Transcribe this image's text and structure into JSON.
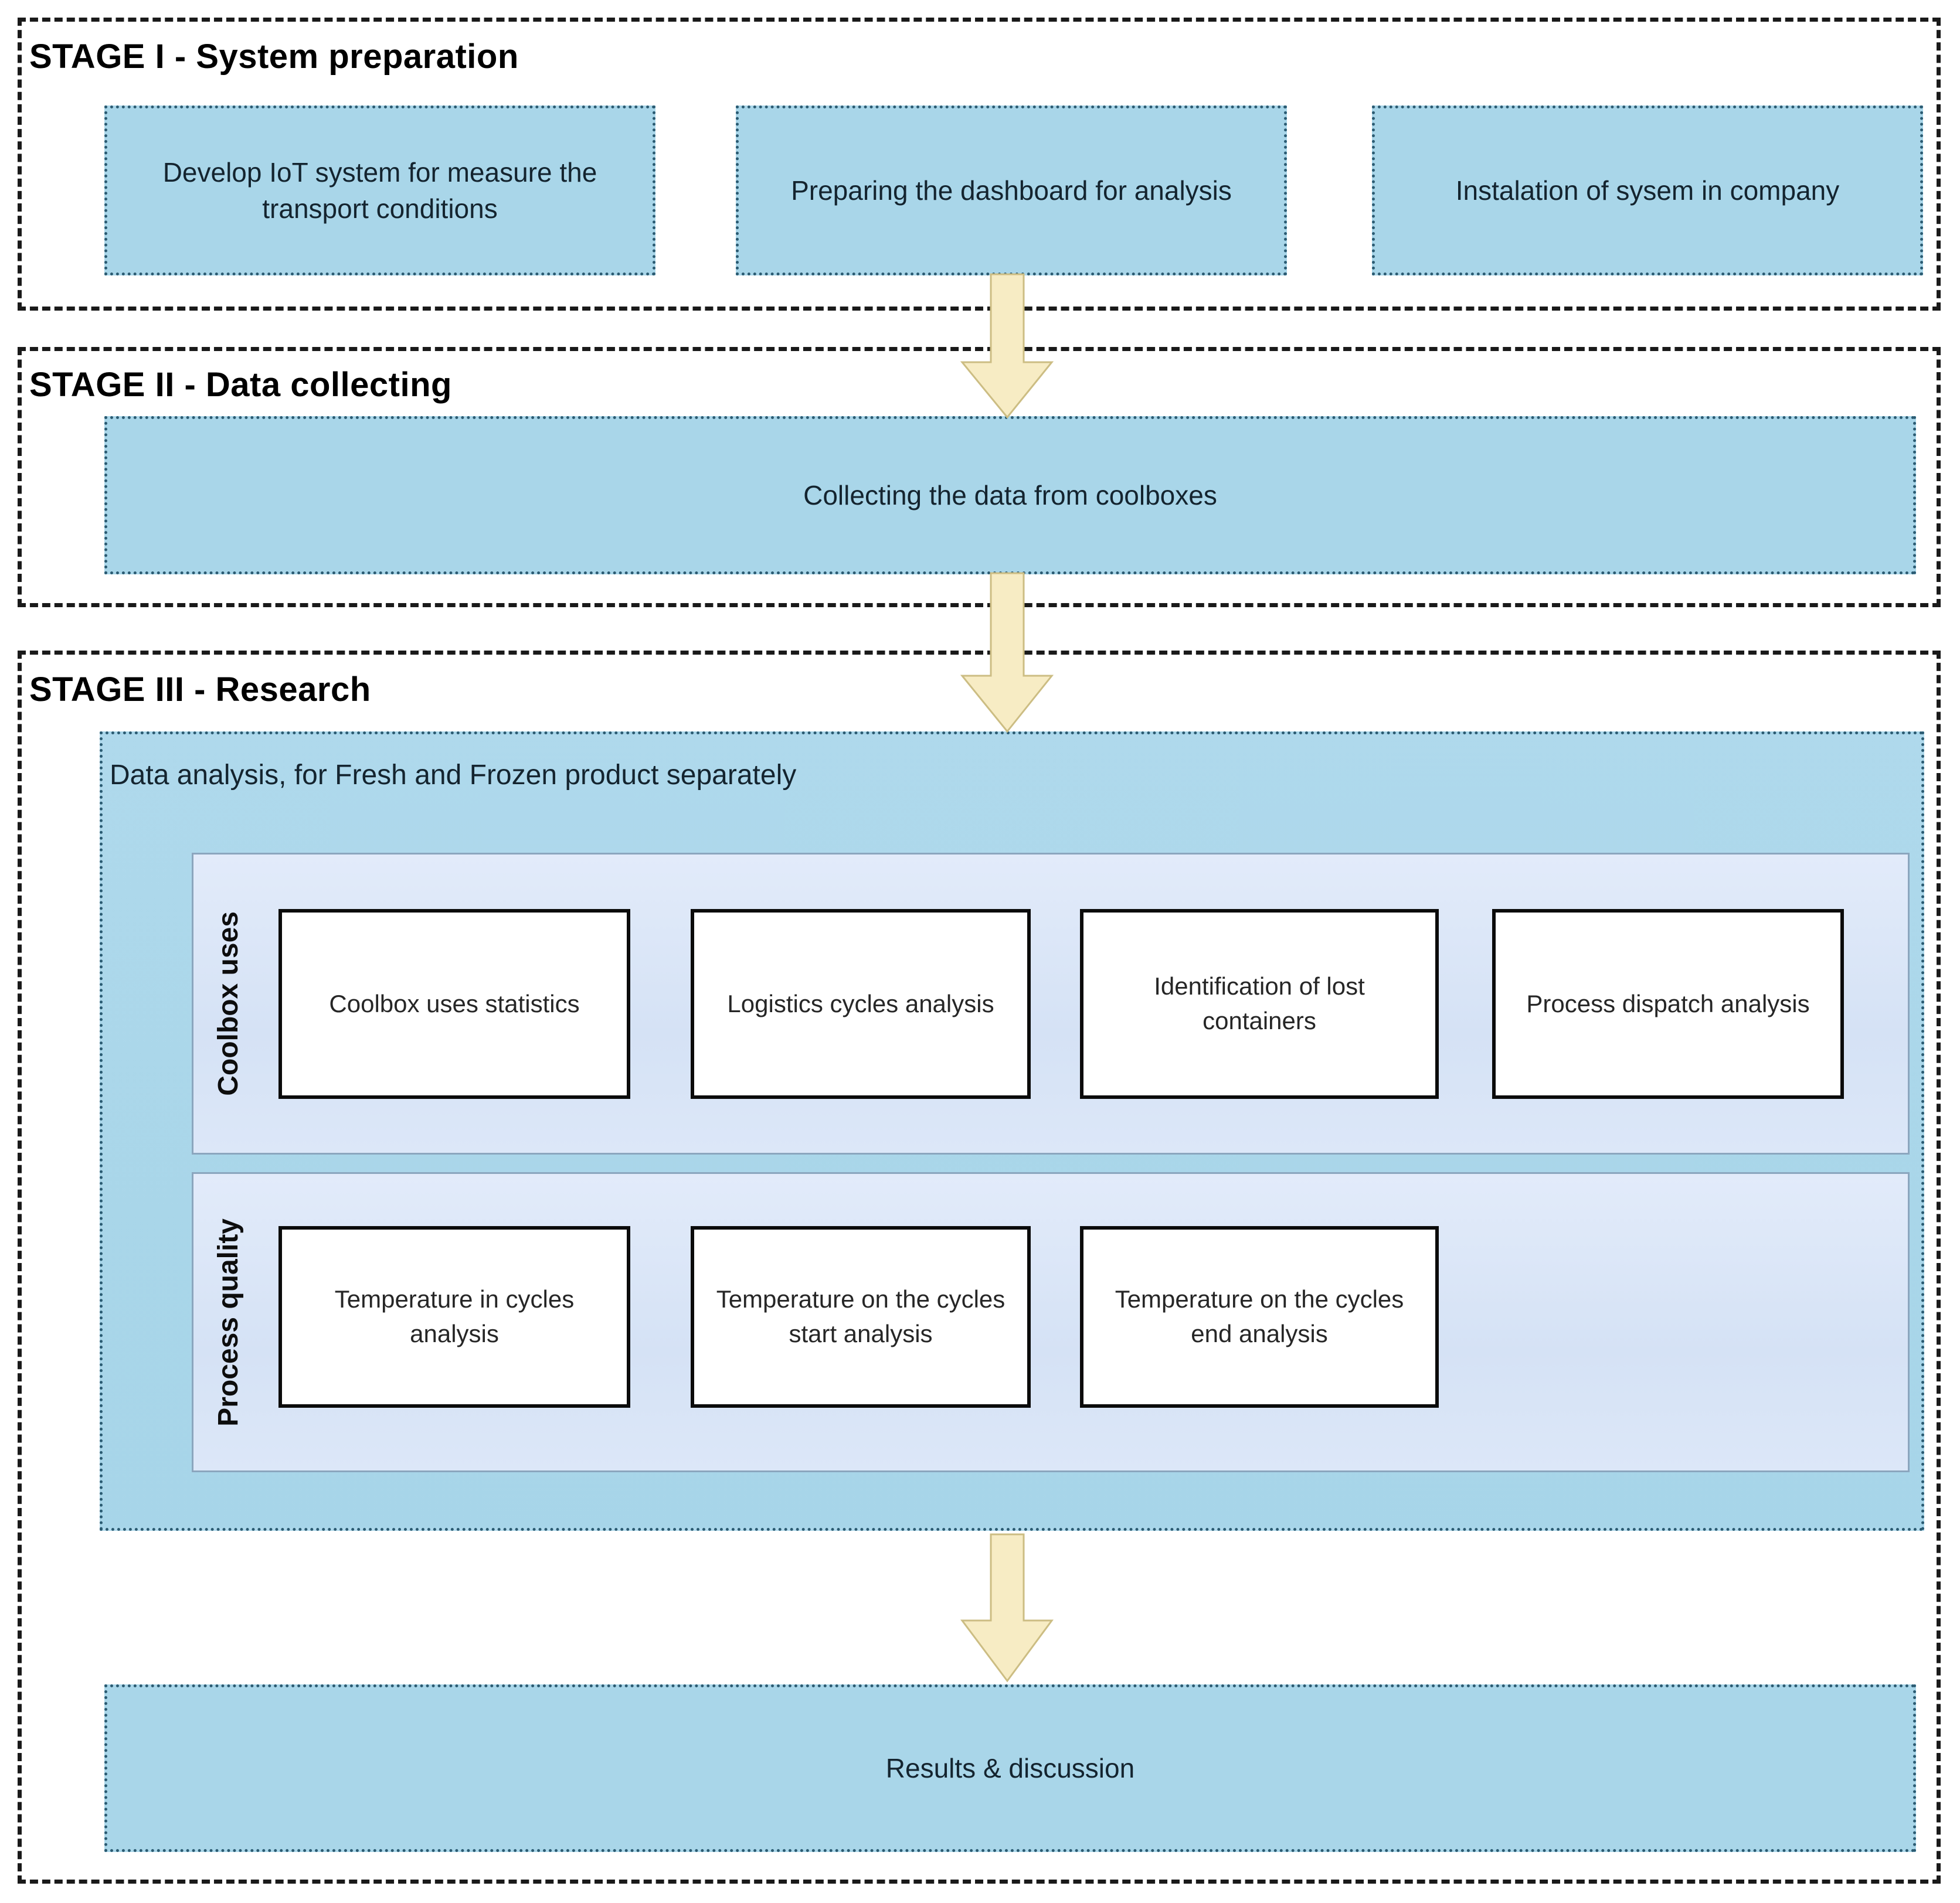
{
  "figure": {
    "type": "flow-diagram",
    "description": "Three-stage research methodology flowchart"
  },
  "stages": [
    {
      "label": "STAGE I - System preparation",
      "boxes": [
        "Develop IoT system for measure the transport conditions",
        "Preparing the dashboard for analysis",
        "Instalation of sysem in company"
      ]
    },
    {
      "label": "STAGE II - Data collecting",
      "boxes": [
        "Collecting the data from coolboxes"
      ]
    },
    {
      "label": "STAGE III - Research",
      "analysis_title": "Data analysis, for Fresh and Frozen product separately",
      "groups": [
        {
          "label": "Coolbox uses",
          "items": [
            "Coolbox uses statistics",
            "Logistics cycles analysis",
            "Identification of lost containers",
            "Process dispatch analysis"
          ]
        },
        {
          "label": "Process quality",
          "items": [
            "Temperature in cycles analysis",
            "Temperature on the cycles start analysis",
            "Temperature on the cycles end analysis"
          ]
        }
      ],
      "result_box": "Results & discussion"
    }
  ],
  "icons": {
    "down_arrow": "block arrow pointing down"
  },
  "colors": {
    "stage_box_fill": "#A9D6E9",
    "stage_box_dots": "#2B5B72",
    "stage_dashed_border": "#1A1A1A",
    "panel_fill_top": "#E2EBFA",
    "panel_fill_bottom": "#D5E2F5",
    "panel_border": "#8BA6BE",
    "item_box_border": "#0B0B0B",
    "arrow_fill": "#F7ECC4",
    "arrow_stroke": "#CCBD83",
    "text_dark": "#14242F"
  }
}
